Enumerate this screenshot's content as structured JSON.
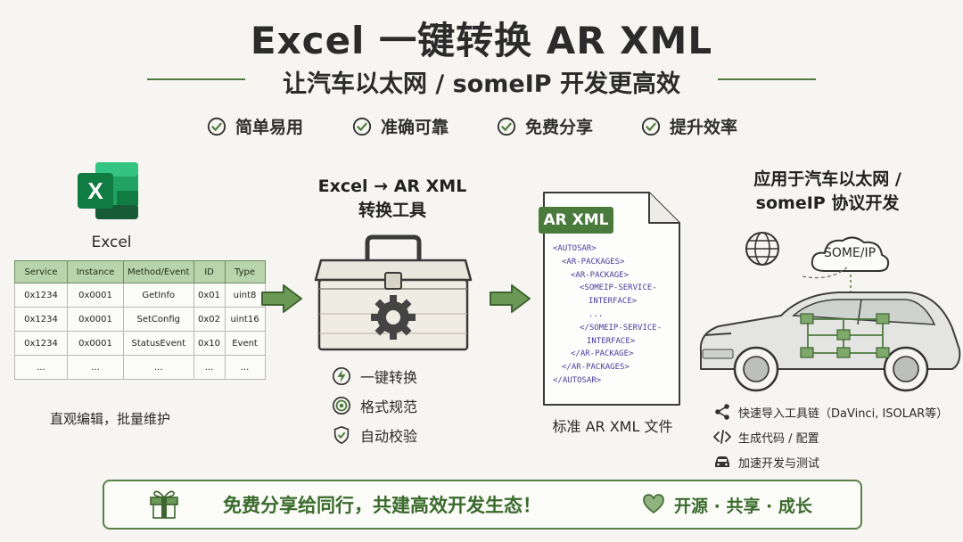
{
  "header": {
    "title": "Excel 一键转换 AR XML",
    "subtitle": "让汽车以太网 / someIP 开发更高效"
  },
  "features": [
    "简单易用",
    "准确可靠",
    "免费分享",
    "提升效率"
  ],
  "excel": {
    "label": "Excel",
    "columns": [
      "Service",
      "Instance",
      "Method/Event",
      "ID",
      "Type"
    ],
    "rows": [
      [
        "0x1234",
        "0x0001",
        "GetInfo",
        "0x01",
        "uint8"
      ],
      [
        "0x1234",
        "0x0001",
        "SetConfig",
        "0x02",
        "uint16"
      ],
      [
        "0x1234",
        "0x0001",
        "StatusEvent",
        "0x10",
        "Event"
      ],
      [
        "...",
        "...",
        "...",
        "...",
        "..."
      ]
    ],
    "caption": "直观编辑，批量维护"
  },
  "tool": {
    "title_line1": "Excel → AR XML",
    "title_line2": "转换工具",
    "bullets": [
      "一键转换",
      "格式规范",
      "自动校验"
    ]
  },
  "xml": {
    "badge": "AR XML",
    "lines": [
      "<AUTOSAR>",
      "<AR-PACKAGES>",
      "<AR-PACKAGE>",
      "<SOMEIP-SERVICE-",
      "INTERFACE>",
      "...",
      "</SOMEIP-SERVICE-",
      "INTERFACE>",
      "</AR-PACKAGE>",
      "</AR-PACKAGES>",
      "</AUTOSAR>"
    ],
    "caption": "标准 AR XML 文件"
  },
  "app": {
    "title_line1": "应用于汽车以太网 /",
    "title_line2": "someIP 协议开发",
    "cloud_label": "SOME/IP",
    "bullets": [
      "快速导入工具链（DaVinci, ISOLAR等）",
      "生成代码 / 配置",
      "加速开发与测试"
    ]
  },
  "banner": {
    "main": "免费分享给同行，共建高效开发生态！",
    "right": "开源 · 共享 · 成长"
  },
  "colors": {
    "accent": "#4d7a3e",
    "xml_text": "#4b3a9b",
    "excel_green": "#1f7a44"
  }
}
